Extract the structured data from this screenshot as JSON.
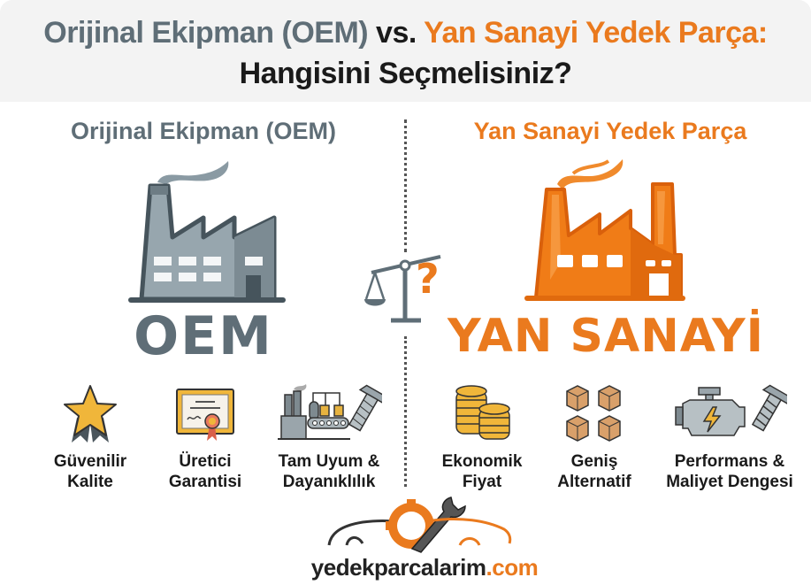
{
  "header": {
    "title_part1": "Orijinal Ekipman (OEM)",
    "title_vs": "vs.",
    "title_part2": "Yan Sanayi Yedek Parça:",
    "subtitle": "Hangisini Seçmelisiniz?"
  },
  "left": {
    "title": "Orijinal Ekipman (OEM)",
    "icon": "factory-icon",
    "big_label": "OEM",
    "color": "#5f6e77",
    "features": [
      {
        "icon": "star-award-icon",
        "label_line1": "Güvenilir",
        "label_line2": "Kalite"
      },
      {
        "icon": "certificate-icon",
        "label_line1": "Üretici",
        "label_line2": "Garantisi"
      },
      {
        "icon": "production-line-bolt-icon",
        "label_line1": "Tam Uyum &",
        "label_line2": "Dayanıklılık"
      }
    ]
  },
  "center": {
    "icon": "balance-scale-question-icon",
    "question_mark": "?"
  },
  "right": {
    "title": "Yan Sanayi Yedek Parça",
    "icon": "factory-icon",
    "big_label": "YAN SANAYİ",
    "color": "#ea7a1e",
    "features": [
      {
        "icon": "coin-stacks-icon",
        "label_line1": "Ekonomik",
        "label_line2": "Fiyat"
      },
      {
        "icon": "boxes-icon",
        "label_line1": "Geniş",
        "label_line2": "Alternatif"
      },
      {
        "icon": "engine-bolt-icon",
        "label_line1": "Performans &",
        "label_line2": "Maliyet Dengesi"
      }
    ]
  },
  "logo": {
    "icon": "car-gear-wrench-logo",
    "name": "yedekparcalarim",
    "tld": ".com"
  },
  "colors": {
    "gray": "#5f6e77",
    "orange": "#ea7a1e",
    "dark": "#1a1a1a",
    "header_bg": "#f3f3f3"
  }
}
